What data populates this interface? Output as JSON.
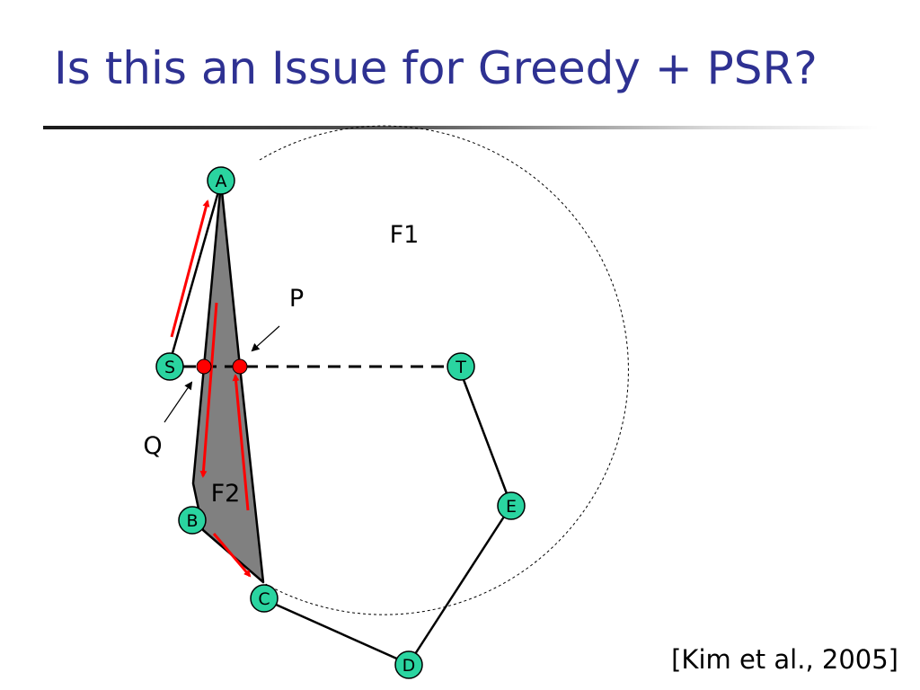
{
  "slide": {
    "title": "Is this an Issue for Greedy + PSR?",
    "citation": "[Kim et al., 2005]"
  },
  "diagram": {
    "node_fill": "#2ad4a0",
    "intersection_fill": "#ff0000",
    "face_fill": "#808080",
    "arrow_color": "#ff0000",
    "nodes": [
      {
        "id": "A",
        "label": "A"
      },
      {
        "id": "S",
        "label": "S"
      },
      {
        "id": "T",
        "label": "T"
      },
      {
        "id": "E",
        "label": "E"
      },
      {
        "id": "B",
        "label": "B"
      },
      {
        "id": "C",
        "label": "C"
      },
      {
        "id": "D",
        "label": "D"
      }
    ],
    "point_labels": {
      "p": "P",
      "q": "Q"
    },
    "face_labels": {
      "f1": "F1",
      "f2": "F2"
    }
  }
}
